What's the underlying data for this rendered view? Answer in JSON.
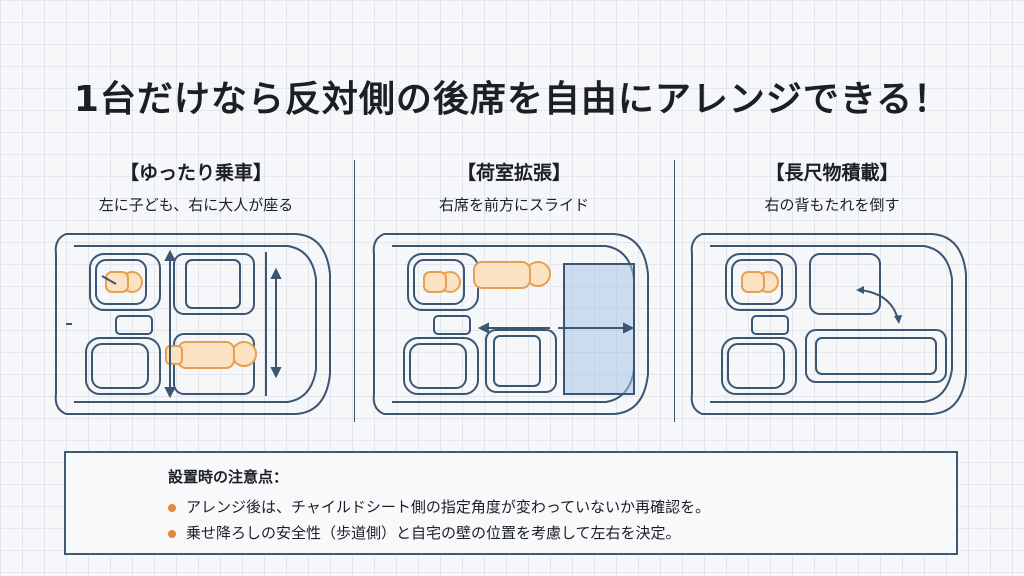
{
  "title": "1台だけなら反対側の後席を自由にアレンジできる！",
  "panels": [
    {
      "heading": "【ゆったり乗車】",
      "caption": "左に子ども、右に大人が座る"
    },
    {
      "heading": "【荷室拡張】",
      "caption": "右席を前方にスライド"
    },
    {
      "heading": "【長尺物積載】",
      "caption": "右の背もたれを倒す"
    }
  ],
  "notes": {
    "heading": "設置時の注意点：",
    "items": [
      "アレンジ後は、チャイルドシート側の指定角度が変わっていないか再確認を。",
      "乗せ降ろしの安全性（歩道側）と自宅の壁の位置を考慮して左右を決定。"
    ]
  },
  "colors": {
    "outline": "#3b5673",
    "person": "#e8a050",
    "cargo": "#a9c4e6",
    "bullet": "#e0893a"
  }
}
